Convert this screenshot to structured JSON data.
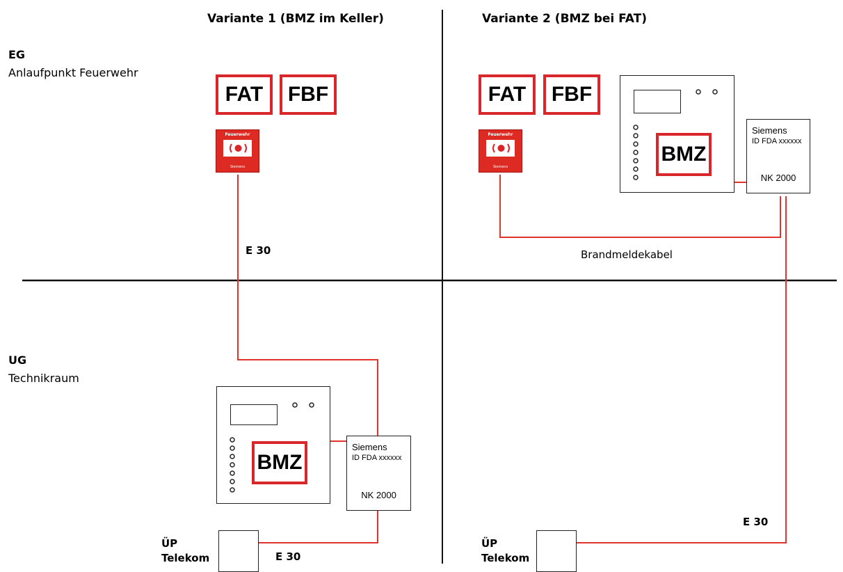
{
  "headings": {
    "variant1": "Variante 1 (BMZ im Keller)",
    "variant2": "Variante 2 (BMZ bei FAT)"
  },
  "floors": {
    "eg": {
      "code": "EG",
      "name": "Anlaufpunkt Feuerwehr"
    },
    "ug": {
      "code": "UG",
      "name": "Technikraum"
    }
  },
  "boxes": {
    "fat": "FAT",
    "fbf": "FBF",
    "bmz": "BMZ"
  },
  "call_point": {
    "title": "Feuerwehr",
    "maker": "Siemens"
  },
  "nk_module": {
    "line1": "Siemens",
    "line2": "ID FDA xxxxxx",
    "line3": "NK 2000"
  },
  "cables": {
    "e30": "E 30",
    "brandmeldekabel": "Brandmeldekabel"
  },
  "telekom": {
    "line1": "ÜP",
    "line2": "Telekom"
  },
  "colors": {
    "cable": "#e0332b",
    "box_border": "#d9262a",
    "divider": "#111111"
  }
}
